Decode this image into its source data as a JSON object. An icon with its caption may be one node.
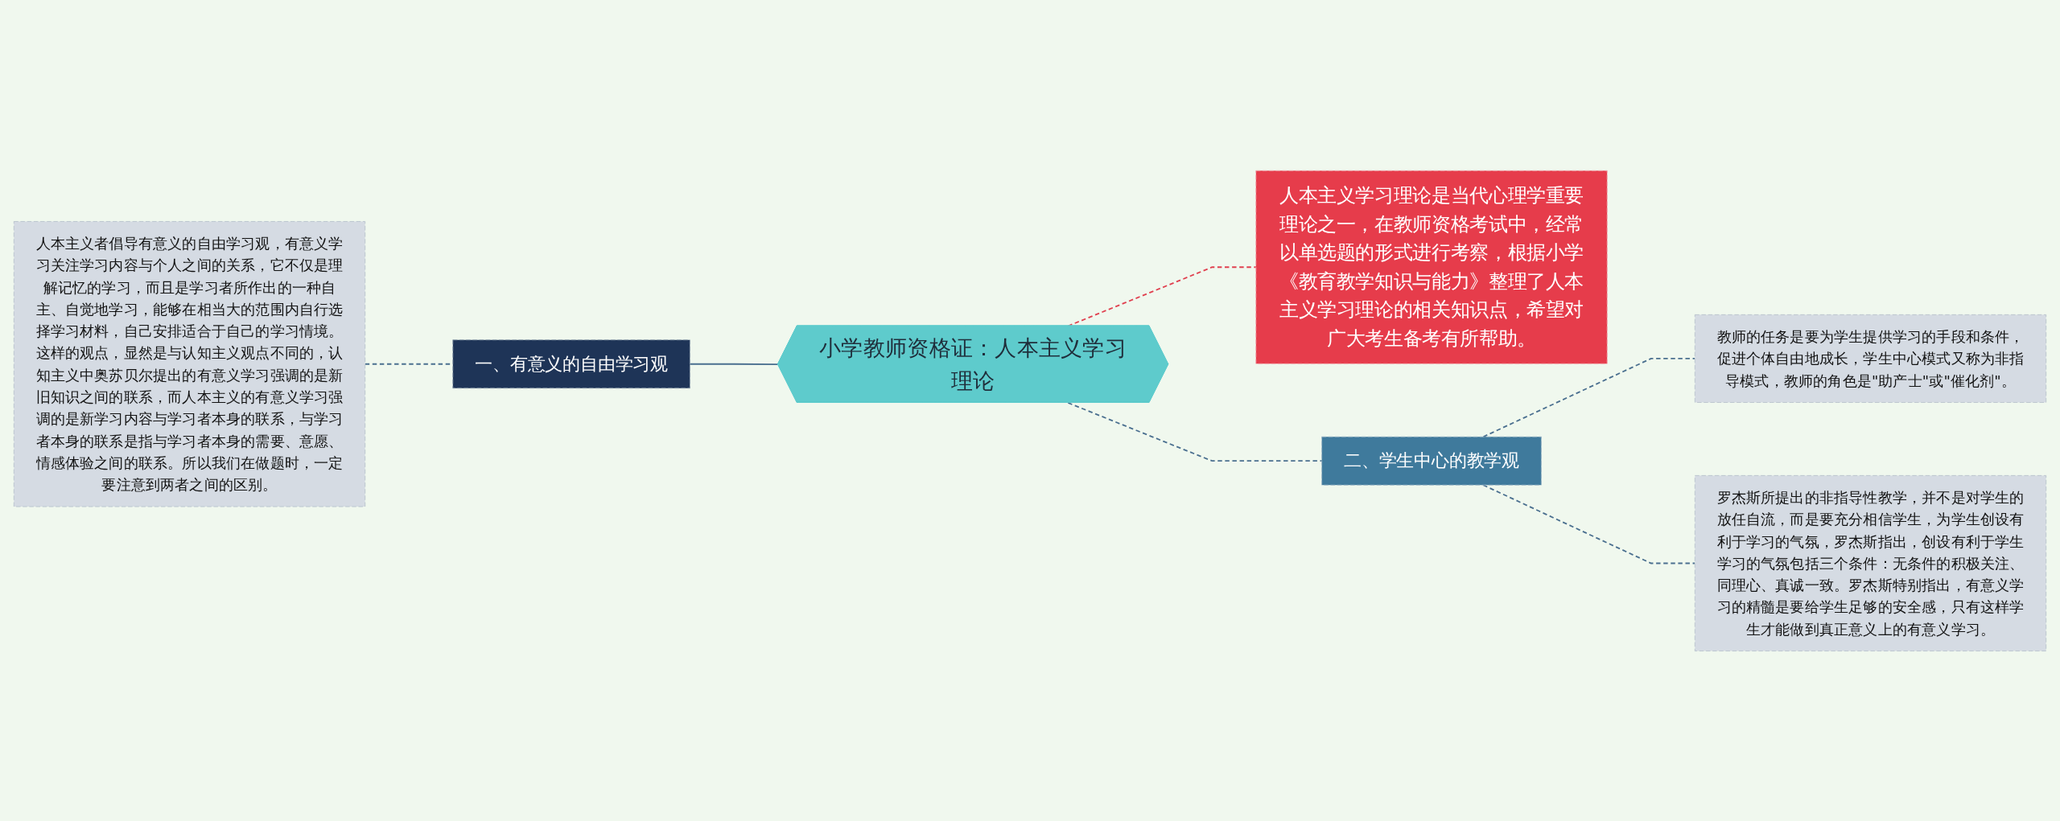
{
  "diagram": {
    "nodes": [
      {
        "text": [
          "小学教师资格证：人本主义学习理论"
        ]
      },
      {
        "text": [
          "人本主义学习理论是当代心理学重要理论之一，在教师资格考试中，经常以单选题的形式进行考察，根据小学《教育教学知识与能力》整理了人本主义学习理论的相关知识点，希望对广大考生备考有所帮助。"
        ]
      },
      {
        "text": [
          "一、有意义的自由学习观"
        ]
      },
      {
        "text": [
          "人本主义者倡导有意义的自由学习观，有意义学习关注学习内容与个人之间的关系，它不仅是理解记忆的学习，而且是学习者所作出的一种自主、自觉地学习，能够在相当大的范围内自行选择学习材料，自己安排适合于自己的学习情境。这样的观点，显然是与认知主义观点不同的，认知主义中奥苏贝尔提出的有意义学习强调的是新旧知识之间的联系，而人本主义的有意义学习强调的是新学习内容与学习者本身的联系，与学习者本身的联系是指与学习者本身的需要、意愿、情感体验之间的联系。所以我们在做题时，一定要注意到两者之间的区别。"
        ]
      },
      {
        "text": [
          "二、学生中心的教学观"
        ]
      },
      {
        "text": [
          "教师的任务是要为学生提供学习的手段和条件，促进个体自由地成长，学生中心模式又称为非指导模式，教师的角色是\"助产士\"或\"催化剂\"。"
        ]
      },
      {
        "text": [
          "罗杰斯所提出的非指导性教学，并不是对学生的放任自流，而是要充分相信学生，为学生创设有利于学习的气氛，罗杰斯指出，创设有利于学生学习的气氛包括三个条件：无条件的积极关注、同理心、真诚一致。罗杰斯特别指出，有意义学习的精髓是要给学生足够的安全感，只有这样学生才能做到真正意义上的有意义学习。"
        ]
      }
    ],
    "edges": [
      {
        "from": 0,
        "to": 1,
        "arrow": "none",
        "style": "dashed",
        "color": "#e0404f"
      },
      {
        "from": 3,
        "to": 2,
        "arrow": "none",
        "style": "dashed"
      },
      {
        "from": 2,
        "to": 0,
        "arrow": "none"
      },
      {
        "from": 0,
        "to": 4,
        "arrow": "none",
        "style": "dashed"
      },
      {
        "from": 4,
        "to": 5,
        "arrow": "none",
        "style": "dashed"
      },
      {
        "from": 4,
        "to": 6,
        "arrow": "none",
        "style": "dashed"
      }
    ]
  }
}
